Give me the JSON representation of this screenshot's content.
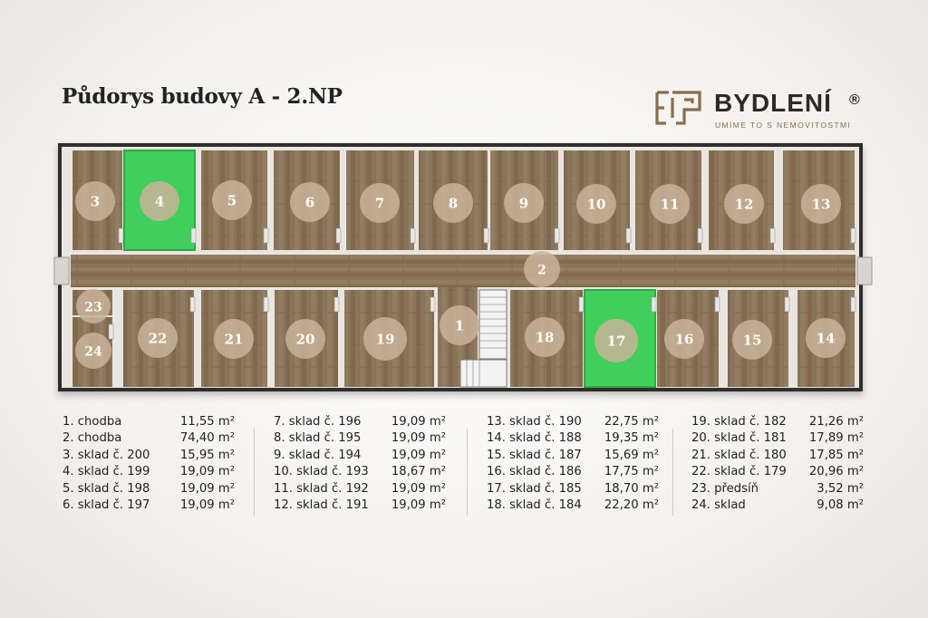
{
  "title": "Půdorys budovy A - 2.NP",
  "logo": {
    "name": "BYDLENÍ",
    "registered": "®",
    "tagline": "UMÍME TO S NEMOVITOSTMI",
    "accent": "#8a6d4b",
    "icon": "bydleni-logo-icon"
  },
  "colors": {
    "floor": "#8b7558",
    "highlight": "#3fcf5a",
    "badge": "#c9b39a",
    "wall": "#333333"
  },
  "rooms": [
    {
      "id": "3",
      "highlighted": false
    },
    {
      "id": "4",
      "highlighted": true
    },
    {
      "id": "5",
      "highlighted": false
    },
    {
      "id": "6",
      "highlighted": false
    },
    {
      "id": "7",
      "highlighted": false
    },
    {
      "id": "8",
      "highlighted": false
    },
    {
      "id": "9",
      "highlighted": false
    },
    {
      "id": "10",
      "highlighted": false
    },
    {
      "id": "11",
      "highlighted": false
    },
    {
      "id": "12",
      "highlighted": false
    },
    {
      "id": "13",
      "highlighted": false
    },
    {
      "id": "2",
      "highlighted": false
    },
    {
      "id": "23",
      "highlighted": false
    },
    {
      "id": "24",
      "highlighted": false
    },
    {
      "id": "22",
      "highlighted": false
    },
    {
      "id": "21",
      "highlighted": false
    },
    {
      "id": "20",
      "highlighted": false
    },
    {
      "id": "19",
      "highlighted": false
    },
    {
      "id": "1",
      "highlighted": false
    },
    {
      "id": "18",
      "highlighted": false
    },
    {
      "id": "17",
      "highlighted": true
    },
    {
      "id": "16",
      "highlighted": false
    },
    {
      "id": "15",
      "highlighted": false
    },
    {
      "id": "14",
      "highlighted": false
    }
  ],
  "legend": [
    [
      {
        "label": "1. chodba",
        "area": "11,55 m²"
      },
      {
        "label": "2. chodba",
        "area": "74,40 m²"
      },
      {
        "label": "3. sklad č. 200",
        "area": "15,95 m²"
      },
      {
        "label": "4. sklad č. 199",
        "area": "19,09 m²"
      },
      {
        "label": "5. sklad č. 198",
        "area": "19,09 m²"
      },
      {
        "label": "6. sklad č. 197",
        "area": "19,09 m²"
      }
    ],
    [
      {
        "label": "7. sklad č. 196",
        "area": "19,09 m²"
      },
      {
        "label": "8. sklad č. 195",
        "area": "19,09 m²"
      },
      {
        "label": "9. sklad č. 194",
        "area": "19,09 m²"
      },
      {
        "label": "10. sklad č. 193",
        "area": "18,67 m²"
      },
      {
        "label": "11. sklad č. 192",
        "area": "19,09 m²"
      },
      {
        "label": "12. sklad č. 191",
        "area": "19,09 m²"
      }
    ],
    [
      {
        "label": "13. sklad č. 190",
        "area": "22,75 m²"
      },
      {
        "label": "14. sklad č. 188",
        "area": "19,35 m²"
      },
      {
        "label": "15. sklad č. 187",
        "area": "15,69 m²"
      },
      {
        "label": "16. sklad č. 186",
        "area": "17,75 m²"
      },
      {
        "label": "17. sklad č. 185",
        "area": "18,70 m²"
      },
      {
        "label": "18. sklad č. 184",
        "area": "22,20 m²"
      }
    ],
    [
      {
        "label": "19. sklad č. 182",
        "area": "21,26 m²"
      },
      {
        "label": "20. sklad č. 181",
        "area": "17,89 m²"
      },
      {
        "label": "21. sklad č. 180",
        "area": "17,85 m²"
      },
      {
        "label": "22. sklad č. 179",
        "area": "20,96 m²"
      },
      {
        "label": "23. předsíň",
        "area": "3,52 m²"
      },
      {
        "label": "24. sklad",
        "area": "9,08 m²"
      }
    ]
  ]
}
